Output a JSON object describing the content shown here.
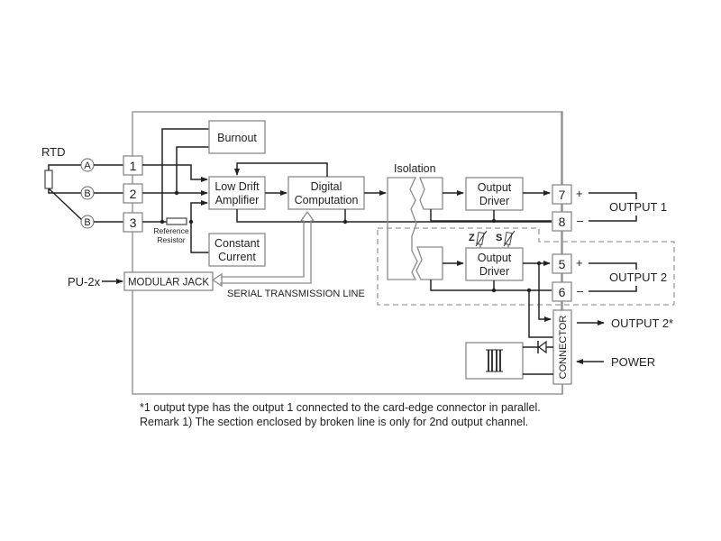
{
  "diagram": {
    "rtd_label": "RTD",
    "sensor_nodes": [
      "A",
      "B",
      "B"
    ],
    "input_terminals": [
      "1",
      "2",
      "3"
    ],
    "reference_resistor": [
      "Reference",
      "Resistor"
    ],
    "blocks": {
      "burnout": "Burnout",
      "low_drift_amplifier": [
        "Low Drift",
        "Amplifier"
      ],
      "digital_computation": [
        "Digital",
        "Computation"
      ],
      "constant_current": [
        "Constant",
        "Current"
      ],
      "isolation": "Isolation",
      "output_driver_1": [
        "Output",
        "Driver"
      ],
      "output_driver_2": [
        "Output",
        "Driver"
      ],
      "modular_jack": "MODULAR JACK",
      "connector": "CONNECTOR"
    },
    "zero_span_labels": [
      "Z",
      "S"
    ],
    "pu_label": "PU-2x",
    "serial_line_label": "SERIAL TRANSMISSION LINE",
    "output_terminals": [
      "7",
      "8",
      "5",
      "6"
    ],
    "polarity": [
      "+",
      "–",
      "+",
      "–"
    ],
    "outputs": {
      "output1": "OUTPUT 1",
      "output2": "OUTPUT 2",
      "output2_star": "OUTPUT 2*",
      "power": "POWER"
    }
  },
  "notes": [
    "*1 output type has the output 1 connected to the card-edge connector in parallel.",
    "Remark 1)  The section enclosed by broken line is only for 2nd output channel."
  ]
}
